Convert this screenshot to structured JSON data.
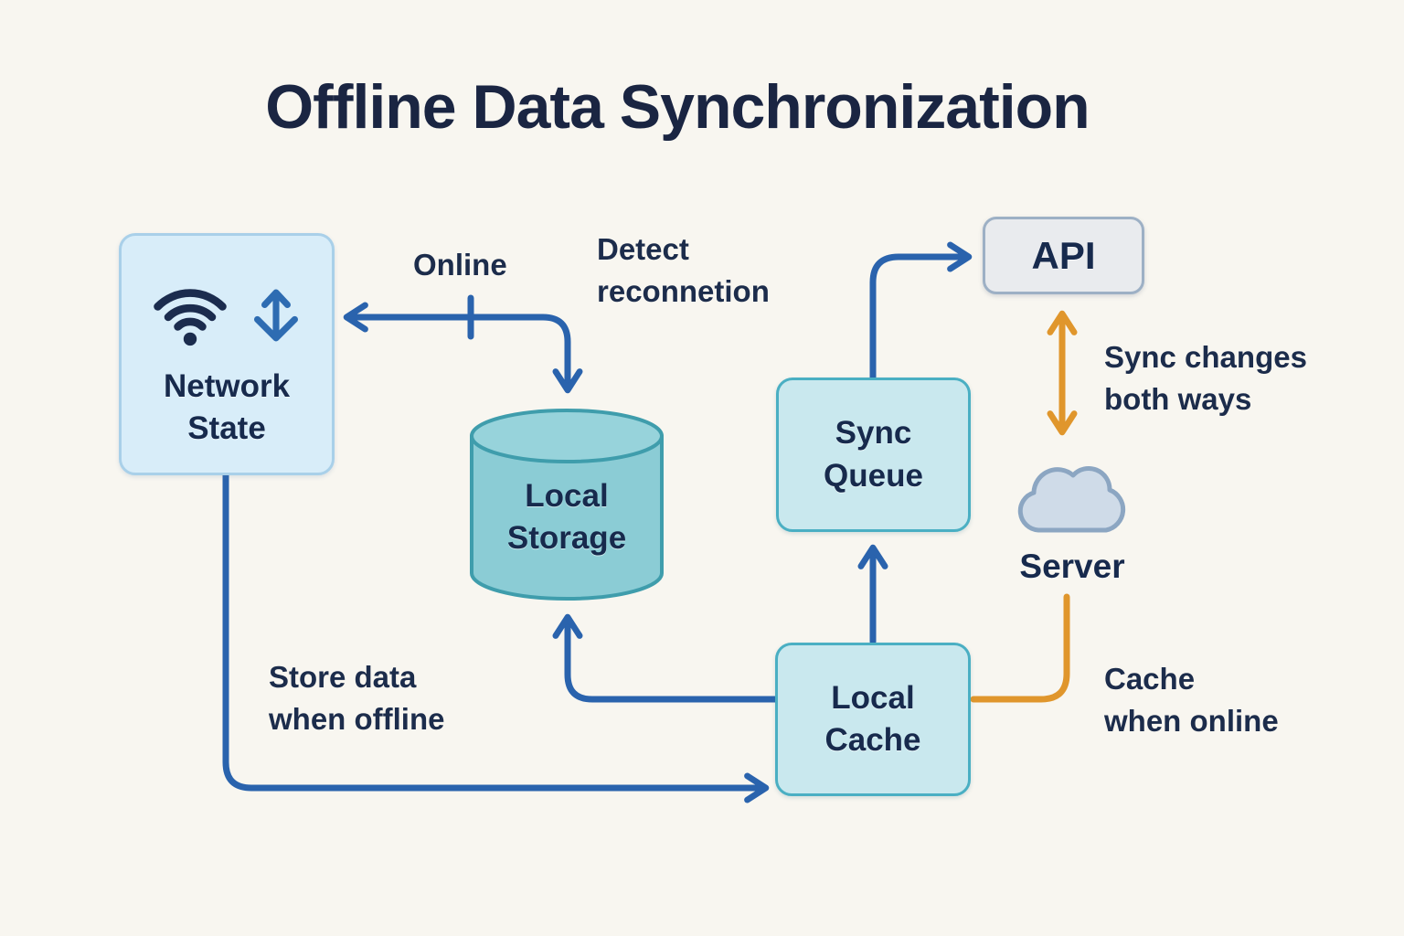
{
  "title": "Offline Data Synchronization",
  "nodes": {
    "network_state": {
      "label": "Network\nState"
    },
    "local_storage": {
      "label": "Local\nStorage"
    },
    "sync_queue": {
      "label": "Sync\nQueue"
    },
    "local_cache": {
      "label": "Local\nCache"
    },
    "api": {
      "label": "API"
    },
    "server": {
      "label": "Server"
    }
  },
  "annotations": {
    "online": "Online",
    "detect_reconnection": "Detect\nreconnetion",
    "sync_changes_both_ways": "Sync changes\nboth ways",
    "store_data_when_offline": "Store data\nwhen offline",
    "cache_when_online": "Cache\nwhen online"
  },
  "icons": {
    "network_state": [
      "wifi-icon",
      "up-down-arrows-icon"
    ],
    "local_storage": "database-cylinder-icon",
    "server": "cloud-icon"
  },
  "colors": {
    "background": "#f8f6f0",
    "arrow_blue": "#2a63ad",
    "arrow_orange": "#e0962c",
    "network_box_fill": "#d8edf9",
    "network_box_border": "#a9d0e9",
    "queue_box_fill": "#c9e8ee",
    "queue_box_border": "#4aafc3",
    "cylinder_fill": "#8bccd5",
    "cylinder_border": "#3f9dac",
    "api_box_fill": "#e9ebee",
    "api_box_border": "#9db0c5",
    "cloud_fill": "#cfdbe8",
    "cloud_border": "#8ca6c2",
    "text_navy": "#172a4d",
    "wifi_icon": "#1b2c4e",
    "updown_icon": "#2e6cb2"
  }
}
